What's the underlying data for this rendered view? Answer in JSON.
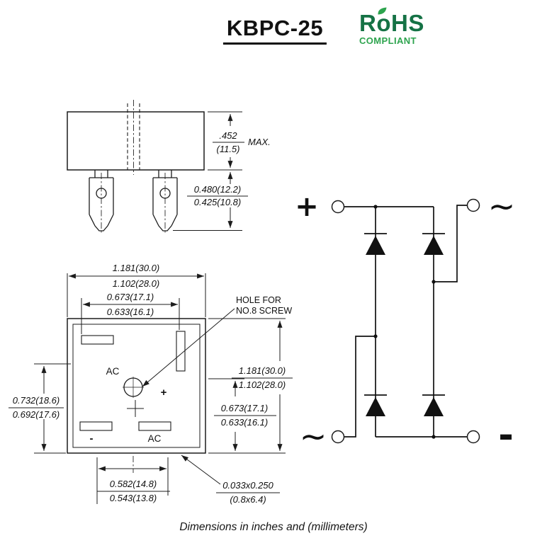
{
  "header": {
    "title": "KBPC-25",
    "rohs": {
      "name": "RoHS",
      "compliant": "COMPLIANT"
    }
  },
  "colors": {
    "line": "#1c1c1c",
    "rohs_name_green": "#157245",
    "rohs_compliant_green": "#2da44e"
  },
  "side_view": {
    "height_max": {
      "top": ".452",
      "bottom": "(11.5)",
      "suffix": "MAX."
    },
    "terminal_len": {
      "top": "0.480(12.2)",
      "bottom": "0.425(10.8)"
    }
  },
  "top_view": {
    "width_outer": {
      "top": "1.181(30.0)",
      "bottom": "1.102(28.0)"
    },
    "width_inner": {
      "top": "0.673(17.1)",
      "bottom": "0.633(16.1)"
    },
    "left_height": {
      "top": "0.732(18.6)",
      "bottom": "0.692(17.6)"
    },
    "right_height_outer": {
      "top": "1.181(30.0)",
      "bottom": "1.102(28.0)"
    },
    "right_height_inner": {
      "top": "0.673(17.1)",
      "bottom": "0.633(16.1)"
    },
    "bottom_width": {
      "top": "0.582(14.8)",
      "bottom": "0.543(13.8)"
    },
    "slot_size": {
      "top": "0.033x0.250",
      "bottom": "(0.8x6.4)"
    },
    "hole_note": {
      "line1": "HOLE FOR",
      "line2": "NO.8 SCREW"
    },
    "labels": {
      "ac_top": "AC",
      "plus": "+",
      "minus": "-",
      "ac_bottom": "AC"
    }
  },
  "circuit": {
    "plus": "+",
    "ac_top": "~",
    "ac_bottom": "~",
    "minus": "-"
  },
  "footer": {
    "note": "Dimensions in inches and (millimeters)"
  }
}
